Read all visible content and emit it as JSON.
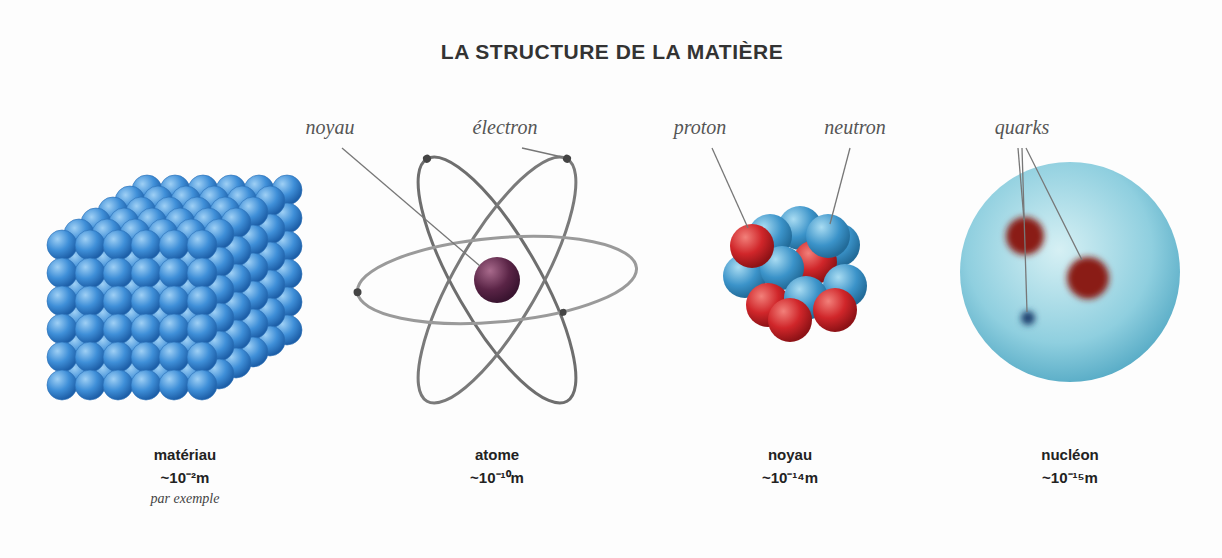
{
  "diagram": {
    "title": "LA STRUCTURE DE LA MATIÈRE",
    "labels": [
      "noyau",
      "électron",
      "proton",
      "neutron",
      "quarks",
      "matériau",
      "~10⁻²m",
      "par exemple",
      "atome",
      "~10⁻¹⁰m",
      "noyau",
      "~10⁻¹⁴m",
      "nucléon",
      "~10⁻¹⁵m"
    ]
  }
}
